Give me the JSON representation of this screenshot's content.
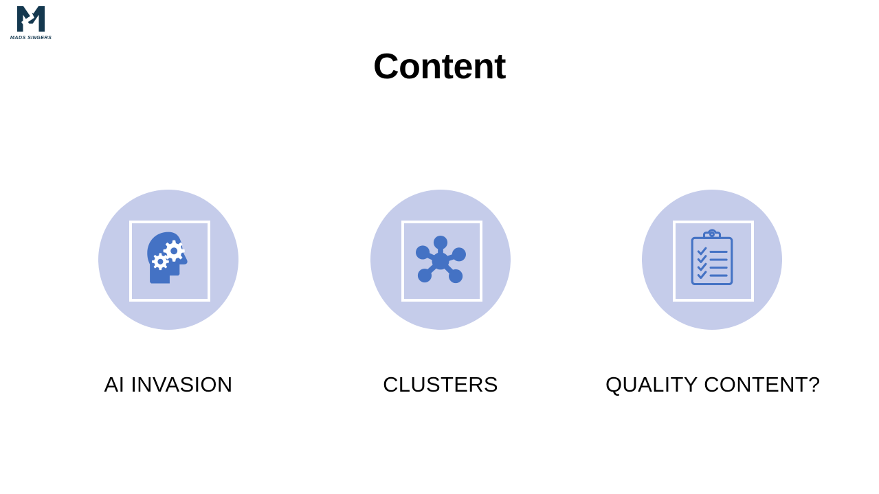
{
  "slide": {
    "title": "Content",
    "background_color": "#FFFFFF"
  },
  "brand": {
    "logo_icon": "mads-singers-m-logo",
    "wordmark": "MADS SINGERS",
    "logo_color": "#14384F"
  },
  "theme": {
    "circle_fill": "#C5CCEA",
    "icon_blue": "#4472C4",
    "frame_stroke": "#FFFFFF",
    "text_color": "#000000"
  },
  "cards": [
    {
      "label": "AI INVASION",
      "icon": "head-with-gears-icon",
      "icon_style": "filled"
    },
    {
      "label": "CLUSTERS",
      "icon": "network-cluster-icon",
      "icon_style": "filled"
    },
    {
      "label": "QUALITY CONTENT?",
      "icon": "clipboard-checklist-icon",
      "icon_style": "outline"
    }
  ]
}
